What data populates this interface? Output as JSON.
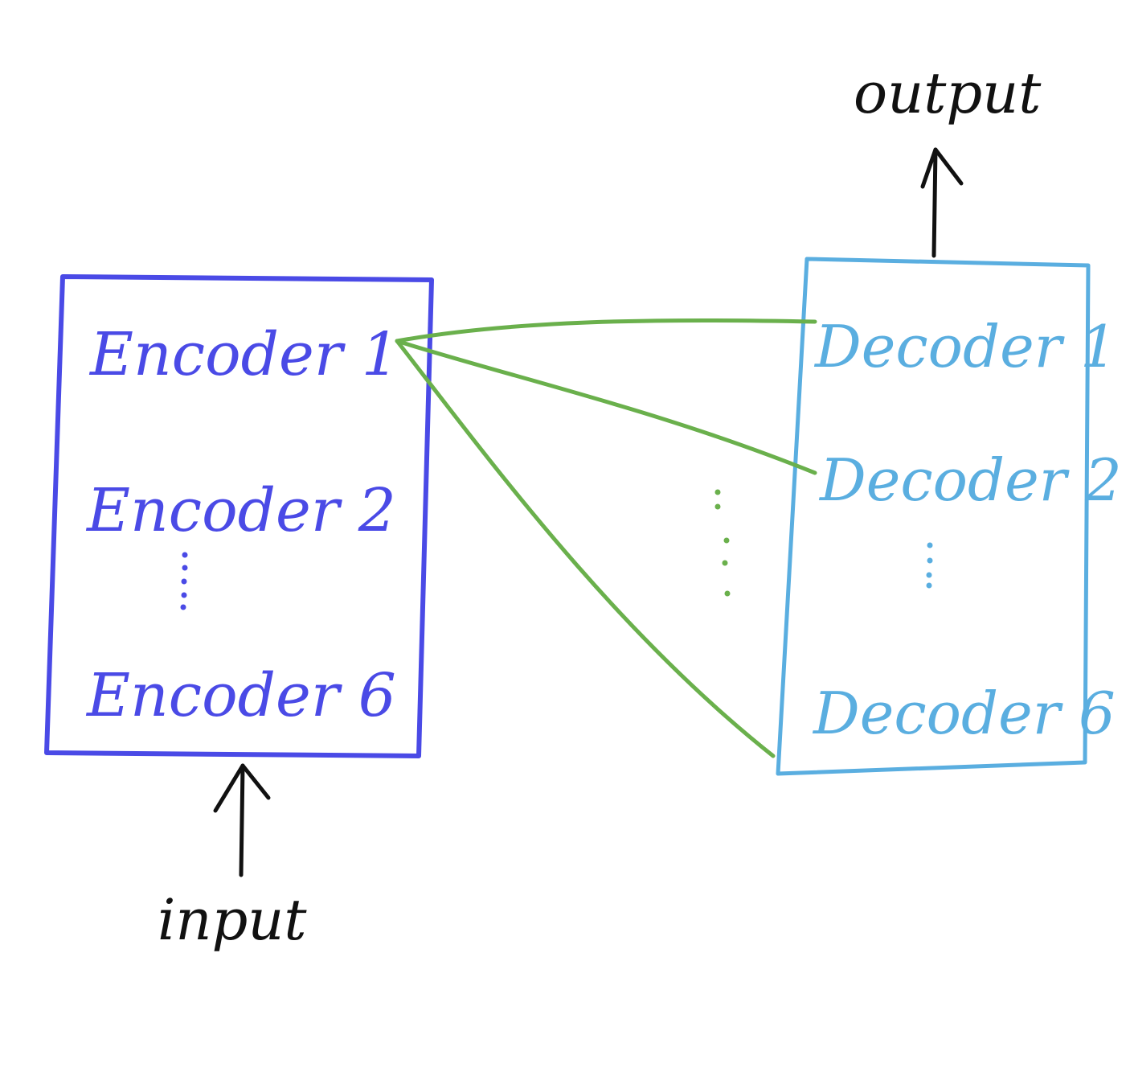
{
  "colors": {
    "encoder": "#4a4ae6",
    "decoder": "#5aaee0",
    "connection": "#6ab04c",
    "arrow": "#111111",
    "background": "#ffffff"
  },
  "encoder_stack": {
    "labels": [
      "Encoder 1",
      "Encoder 2",
      "Encoder 6"
    ]
  },
  "decoder_stack": {
    "labels": [
      "Decoder 1",
      "Decoder 2",
      "Decoder 6"
    ]
  },
  "input_label": "input",
  "output_label": "output"
}
